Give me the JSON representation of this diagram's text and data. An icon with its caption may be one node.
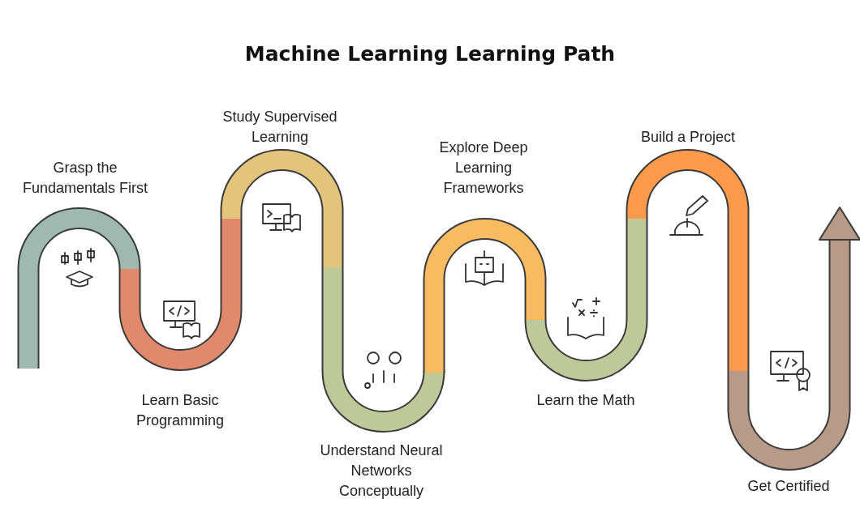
{
  "diagram": {
    "title": "Machine Learning Learning Path",
    "nodes": [
      {
        "text": [
          "Grasp the Fundamentals First"
        ]
      },
      {
        "text": [
          "Learn Basic Programming"
        ]
      },
      {
        "text": [
          "Study Supervised Learning"
        ]
      },
      {
        "text": [
          "Understand Neural Networks Conceptually"
        ]
      },
      {
        "text": [
          "Explore Deep Learning Frameworks"
        ]
      },
      {
        "text": [
          "Learn the Math"
        ]
      },
      {
        "text": [
          "Build a Project"
        ]
      },
      {
        "text": [
          "Get Certified"
        ]
      }
    ]
  }
}
